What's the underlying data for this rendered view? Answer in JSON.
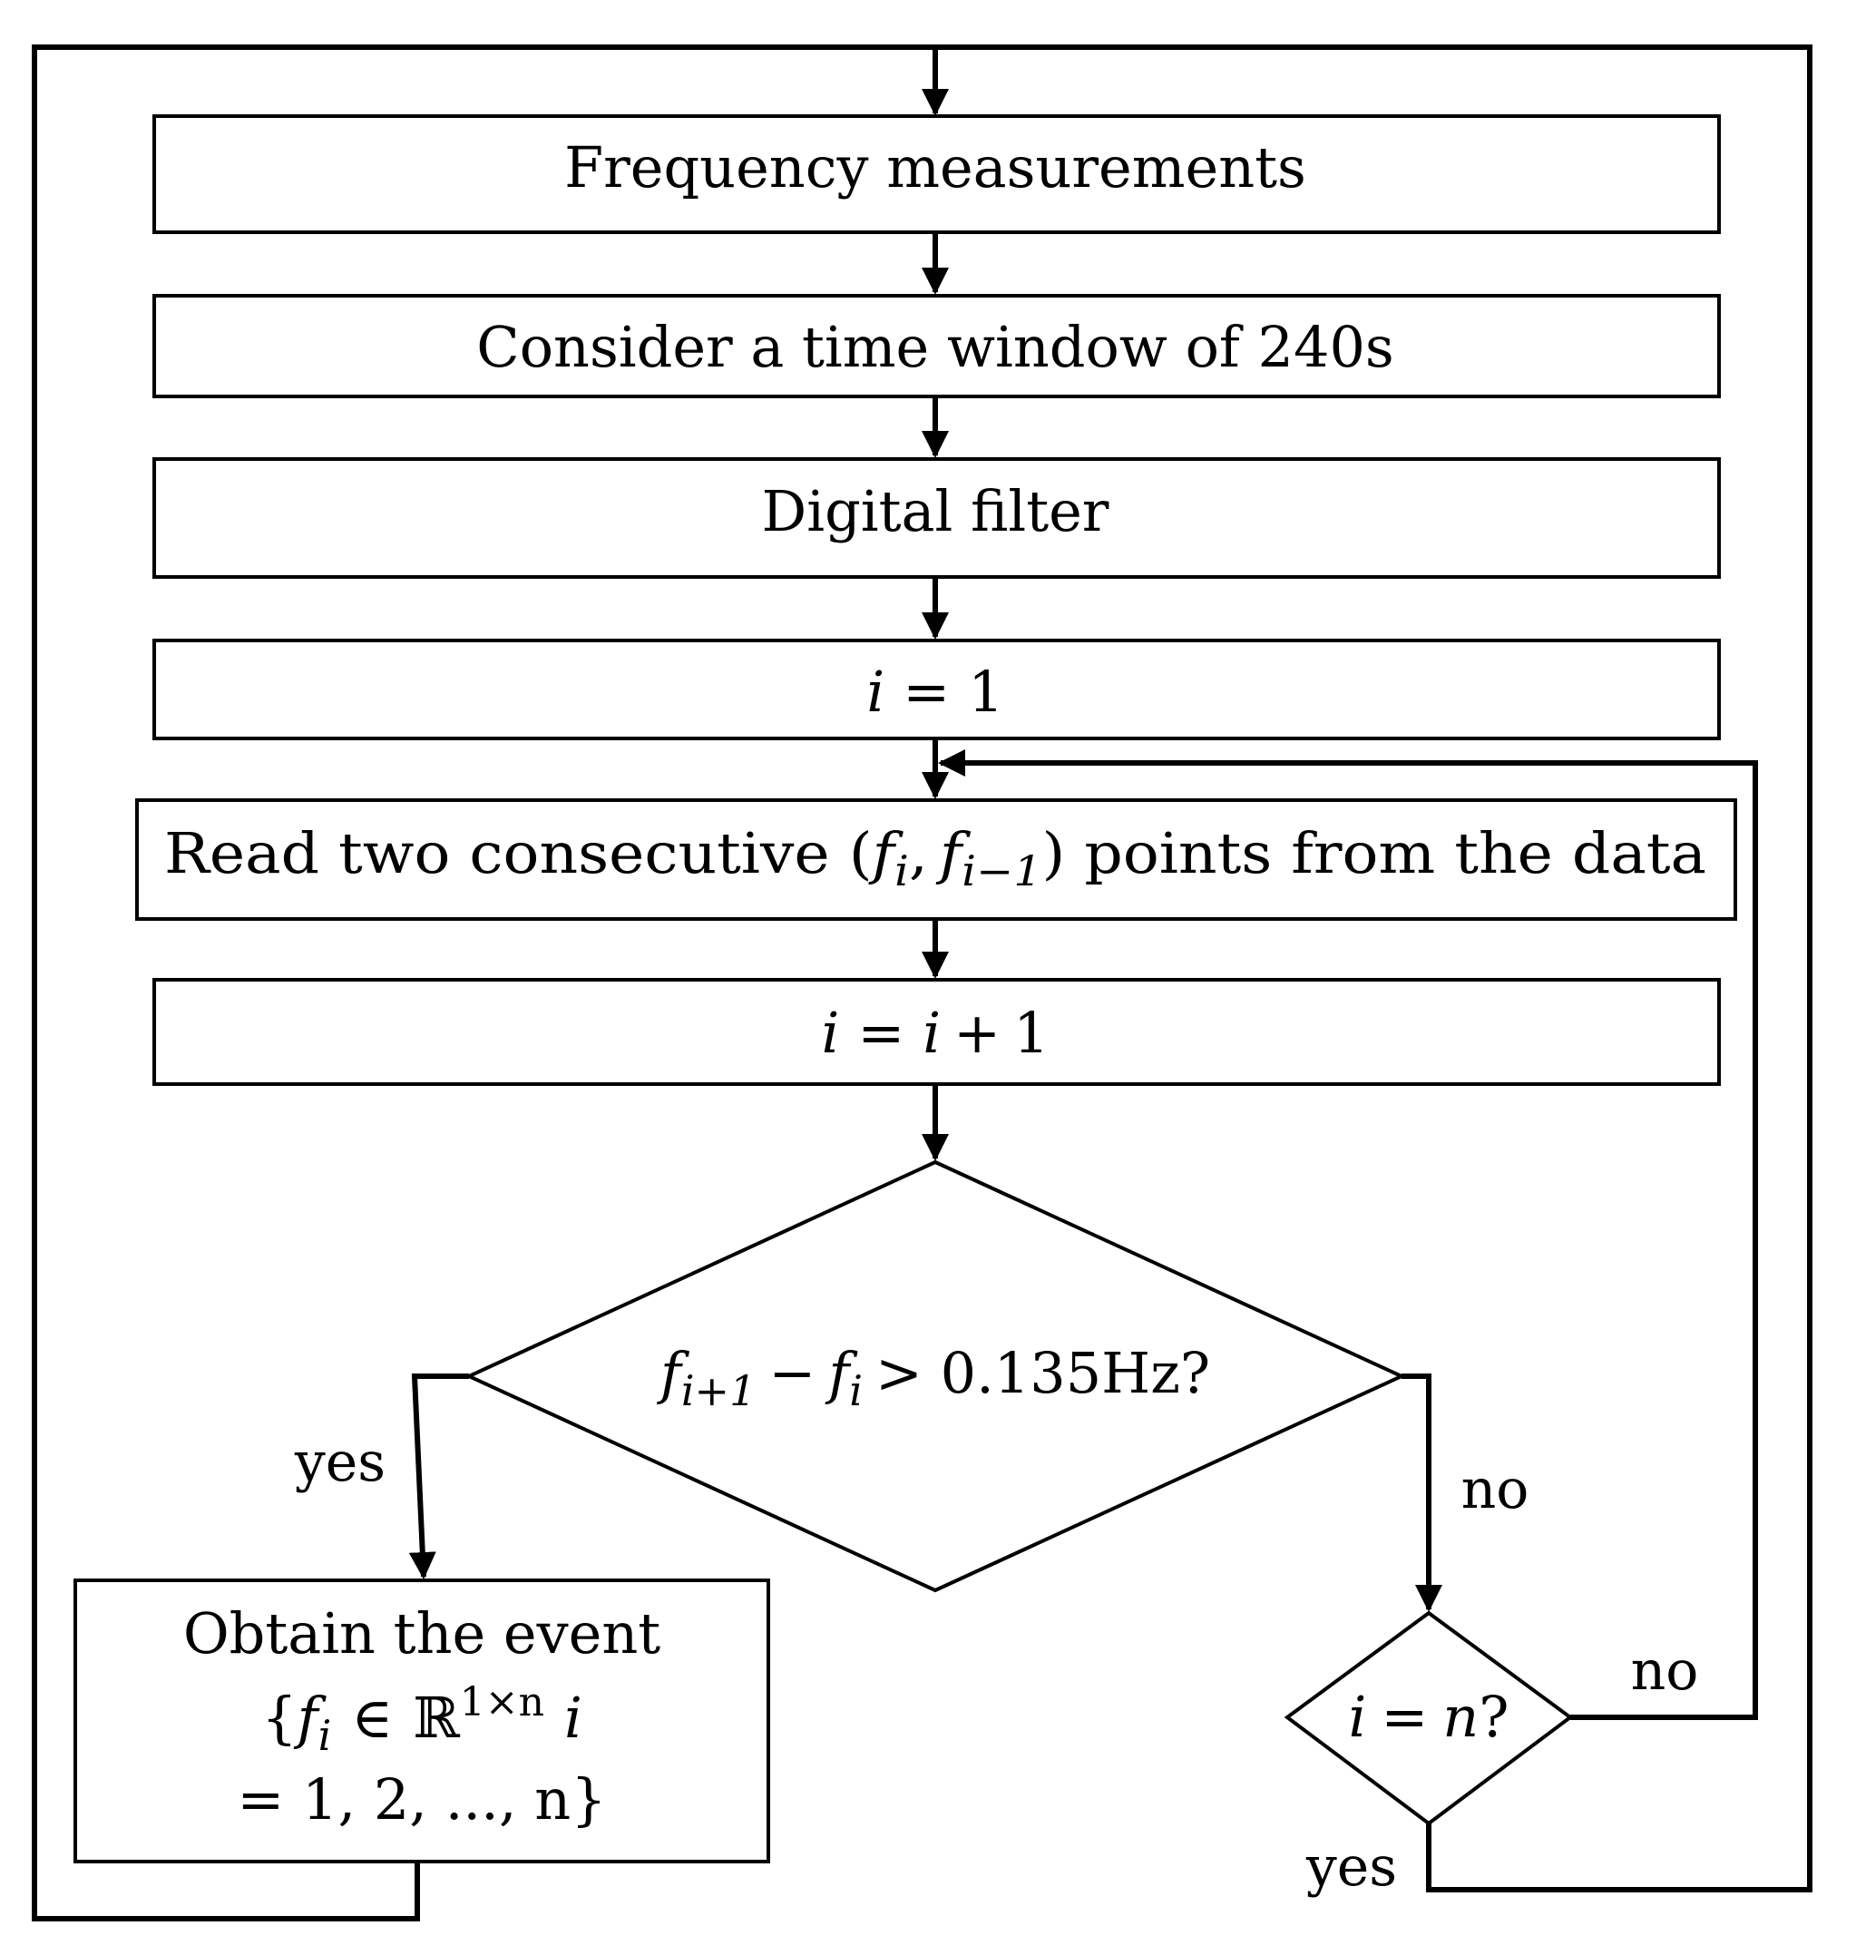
{
  "nodes": {
    "freq": "Frequency measurements",
    "window": "Consider a time window of 240s",
    "filter": "Digital filter",
    "init": {
      "var": "i",
      "op": "=",
      "val": "1"
    },
    "read": {
      "prefix": "Read two consecutive (",
      "f1": "f",
      "sub1": "i",
      "comma": ",",
      "f2": "f",
      "sub2": "i−1",
      "suffix": ") points from the data"
    },
    "incr": {
      "var": "i",
      "op": "=",
      "rhs_var": "i",
      "plus": "+",
      "val": "1"
    },
    "decision1": {
      "f1": "f",
      "sub1": "i+1",
      "minus": "−",
      "f2": "f",
      "sub2": "i",
      "rest": "> 0.135Hz?"
    },
    "decision2": {
      "var": "i",
      "op": "=",
      "rhs": "n",
      "q": "?"
    },
    "event": {
      "line1": "Obtain the event",
      "brace_open": "{",
      "f": "f",
      "sub": "i",
      "in": "∈",
      "set": "ℝ",
      "sup": "1×n",
      "i": "i",
      "line3": "= 1, 2, ..., n}"
    }
  },
  "labels": {
    "yes_left": "yes",
    "no_right": "no",
    "no_loop": "no",
    "yes_bottom": "yes"
  }
}
